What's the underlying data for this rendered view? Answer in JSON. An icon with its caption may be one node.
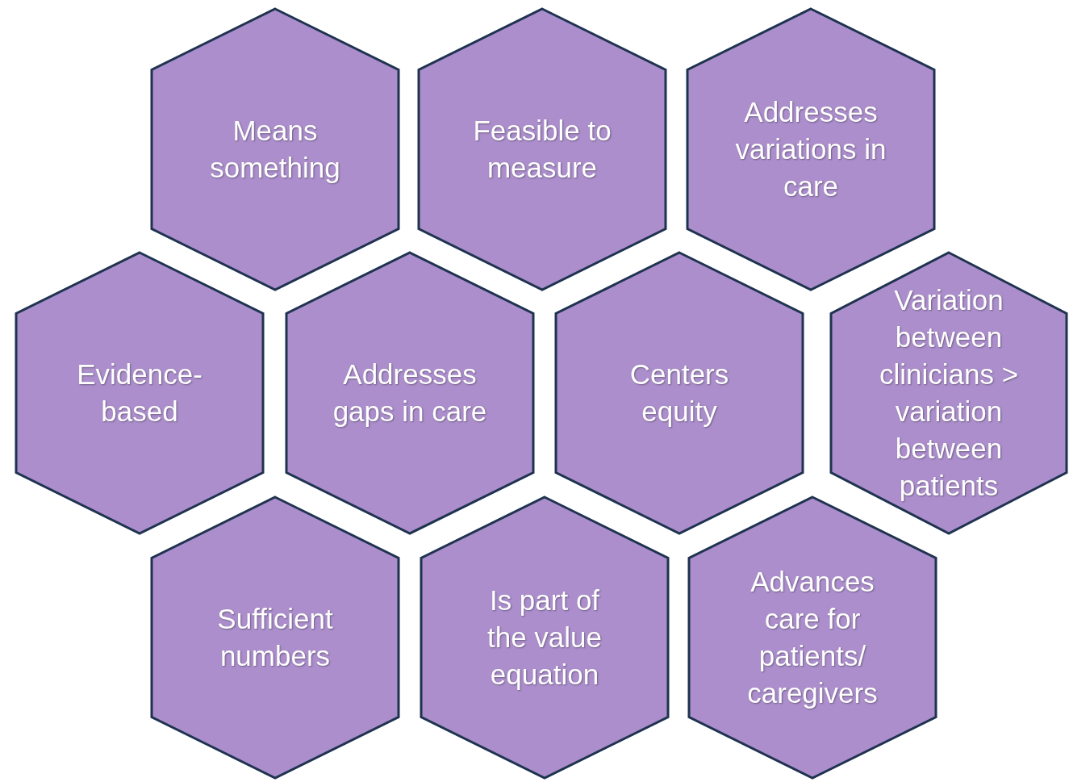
{
  "diagram": {
    "nodes": [
      {
        "text": [
          "Means something"
        ]
      },
      {
        "text": [
          "Feasible to measure"
        ]
      },
      {
        "text": [
          "Addresses variations in care"
        ]
      },
      {
        "text": [
          "Evidence-based"
        ]
      },
      {
        "text": [
          "Addresses gaps in care"
        ]
      },
      {
        "text": [
          "Centers equity"
        ]
      },
      {
        "text": [
          "Variation between clinicians > variation between patients"
        ]
      },
      {
        "text": [
          "Sufficient numbers"
        ]
      },
      {
        "text": [
          "Is part of the value equation"
        ]
      },
      {
        "text": [
          "Advances care for patients/ caregivers"
        ]
      }
    ]
  }
}
